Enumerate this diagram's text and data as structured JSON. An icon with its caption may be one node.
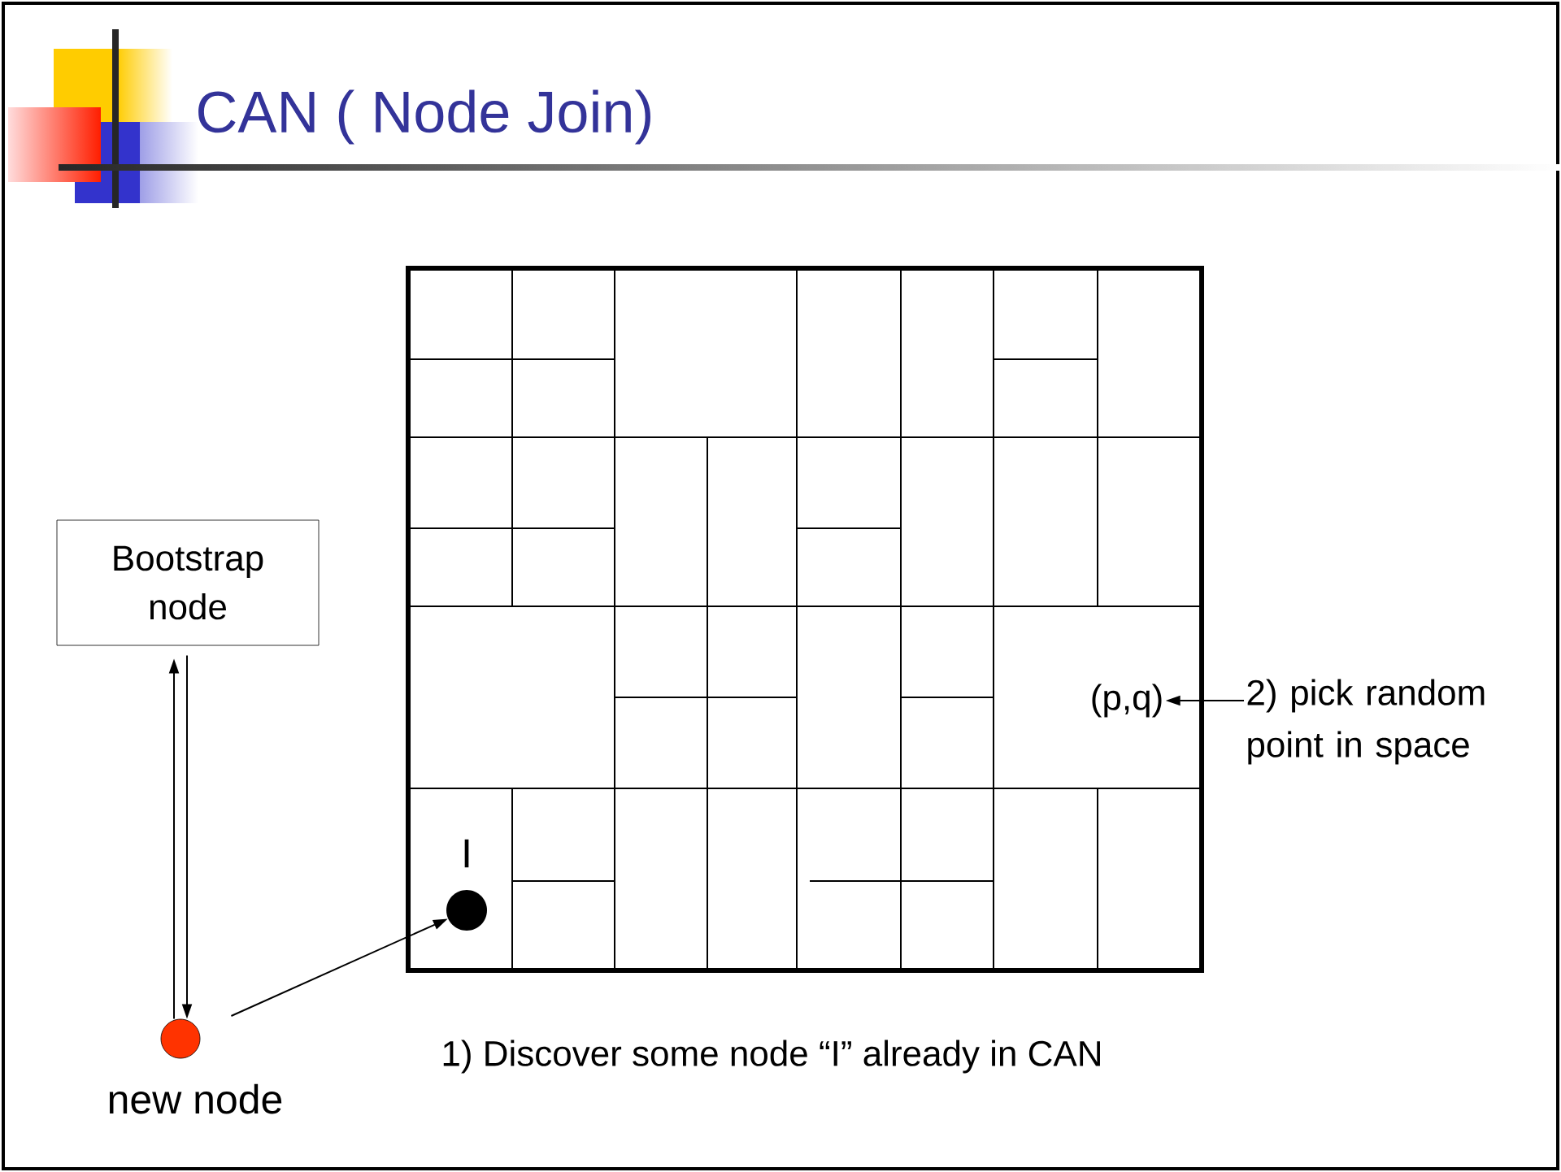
{
  "diagram": {
    "title": "CAN ( Node Join)",
    "nodes": [
      {
        "text": [
          "Bootstrap node"
        ]
      },
      {
        "text": [],
        "shape": "circle",
        "beside": [
          "new node"
        ]
      },
      {
        "text": [],
        "shape": "circle",
        "beside": [
          "I"
        ]
      },
      {
        "text": [
          "(p,q)"
        ]
      },
      {
        "text": [
          "2) pick random point in space"
        ]
      }
    ],
    "edges": [
      {
        "from": 1,
        "to": 0,
        "arrow": "to"
      },
      {
        "from": 0,
        "to": 1,
        "arrow": "to"
      },
      {
        "from": 1,
        "to": 2,
        "arrow": "to"
      },
      {
        "from": 4,
        "to": 3,
        "arrow": "to"
      }
    ],
    "labels": [
      "1) Discover some node “I” already in CAN"
    ]
  }
}
